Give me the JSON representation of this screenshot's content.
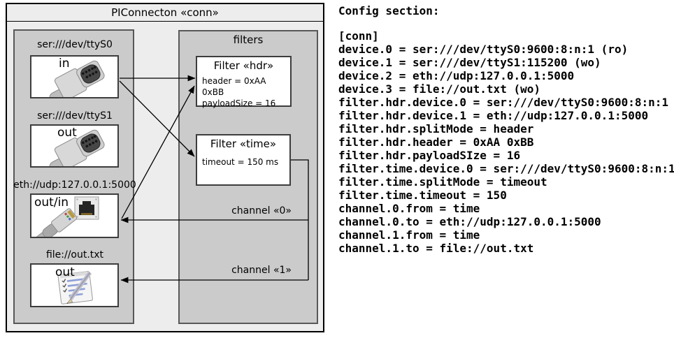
{
  "diagram": {
    "title": "PIConnecton «conn»",
    "devices_group": {
      "devices": [
        {
          "label": "ser:///dev/ttyS0",
          "direction": "in",
          "icon": "serial-connector-icon"
        },
        {
          "label": "ser:///dev/ttyS1",
          "direction": "out",
          "icon": "serial-connector-icon"
        },
        {
          "label": "eth://udp:127.0.0.1:5000",
          "direction": "out/in",
          "icon": "ethernet-connector-icon"
        },
        {
          "label": "file://out.txt",
          "direction": "out",
          "icon": "notepad-icon"
        }
      ]
    },
    "filters_group": {
      "title": "filters",
      "filters": [
        {
          "title": "Filter «hdr»",
          "properties": [
            "header = 0xAA 0xBB",
            "payloadSize = 16"
          ]
        },
        {
          "title": "Filter «time»",
          "properties": [
            "timeout = 150 ms"
          ]
        }
      ],
      "channels": [
        {
          "label": "channel «0»"
        },
        {
          "label": "channel «1»"
        }
      ]
    }
  },
  "config": {
    "heading": "Config section:",
    "lines": [
      "[conn]",
      "device.0 = ser:///dev/ttyS0:9600:8:n:1 (ro)",
      "device.1 = ser:///dev/ttyS1:115200 (wo)",
      "device.2 = eth://udp:127.0.0.1:5000",
      "device.3 = file://out.txt (wo)",
      "filter.hdr.device.0 = ser:///dev/ttyS0:9600:8:n:1",
      "filter.hdr.device.1 = eth://udp:127.0.0.1:5000",
      "filter.hdr.splitMode = header",
      "filter.hdr.header = 0xAA 0xBB",
      "filter.hdr.payloadSIze = 16",
      "filter.time.device.0 = ser:///dev/ttyS0:9600:8:n:1",
      "filter.time.splitMode = timeout",
      "filter.time.timeout = 150",
      "channel.0.from = time",
      "channel.0.to = eth://udp:127.0.0.1:5000",
      "channel.1.from = time",
      "channel.1.to = file://out.txt"
    ]
  },
  "colors": {
    "diagram_bg": "#ededed",
    "group_bg": "#cbcbcb",
    "box_bg": "#ffffff",
    "line": "#000000"
  }
}
